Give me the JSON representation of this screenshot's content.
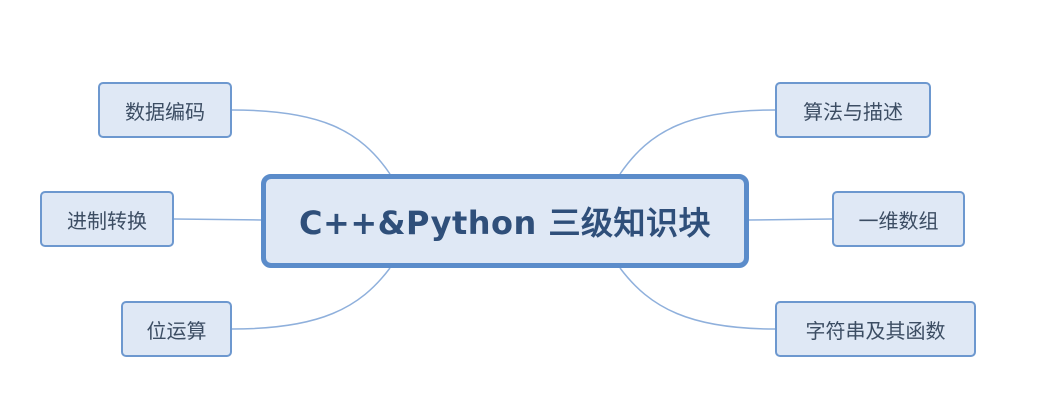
{
  "mindmap": {
    "center": "C++&Python 三级知识块",
    "left_branches": [
      "数据编码",
      "进制转换",
      "位运算"
    ],
    "right_branches": [
      "算法与描述",
      "一维数组",
      "字符串及其函数"
    ]
  },
  "colors": {
    "node_fill": "#dfe8f5",
    "node_border": "#6d98cf",
    "central_border": "#5b8cca",
    "connector": "#8fb0dc",
    "central_text": "#2f4f7a",
    "node_text": "#3c4d63"
  }
}
